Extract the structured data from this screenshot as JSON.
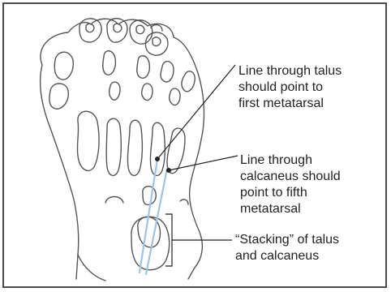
{
  "labels": {
    "talus_line": "Line through talus\nshould point to\nfirst metatarsal",
    "calcaneus_line": "Line through\ncalcaneus should\npoint to fifth\nmetatarsal",
    "stacking": "“Stacking” of talus\nand calcaneus"
  },
  "colors": {
    "outline": "#555555",
    "axis_line": "#9ec3e6",
    "leader": "#222222",
    "border": "#4a4a4a"
  }
}
